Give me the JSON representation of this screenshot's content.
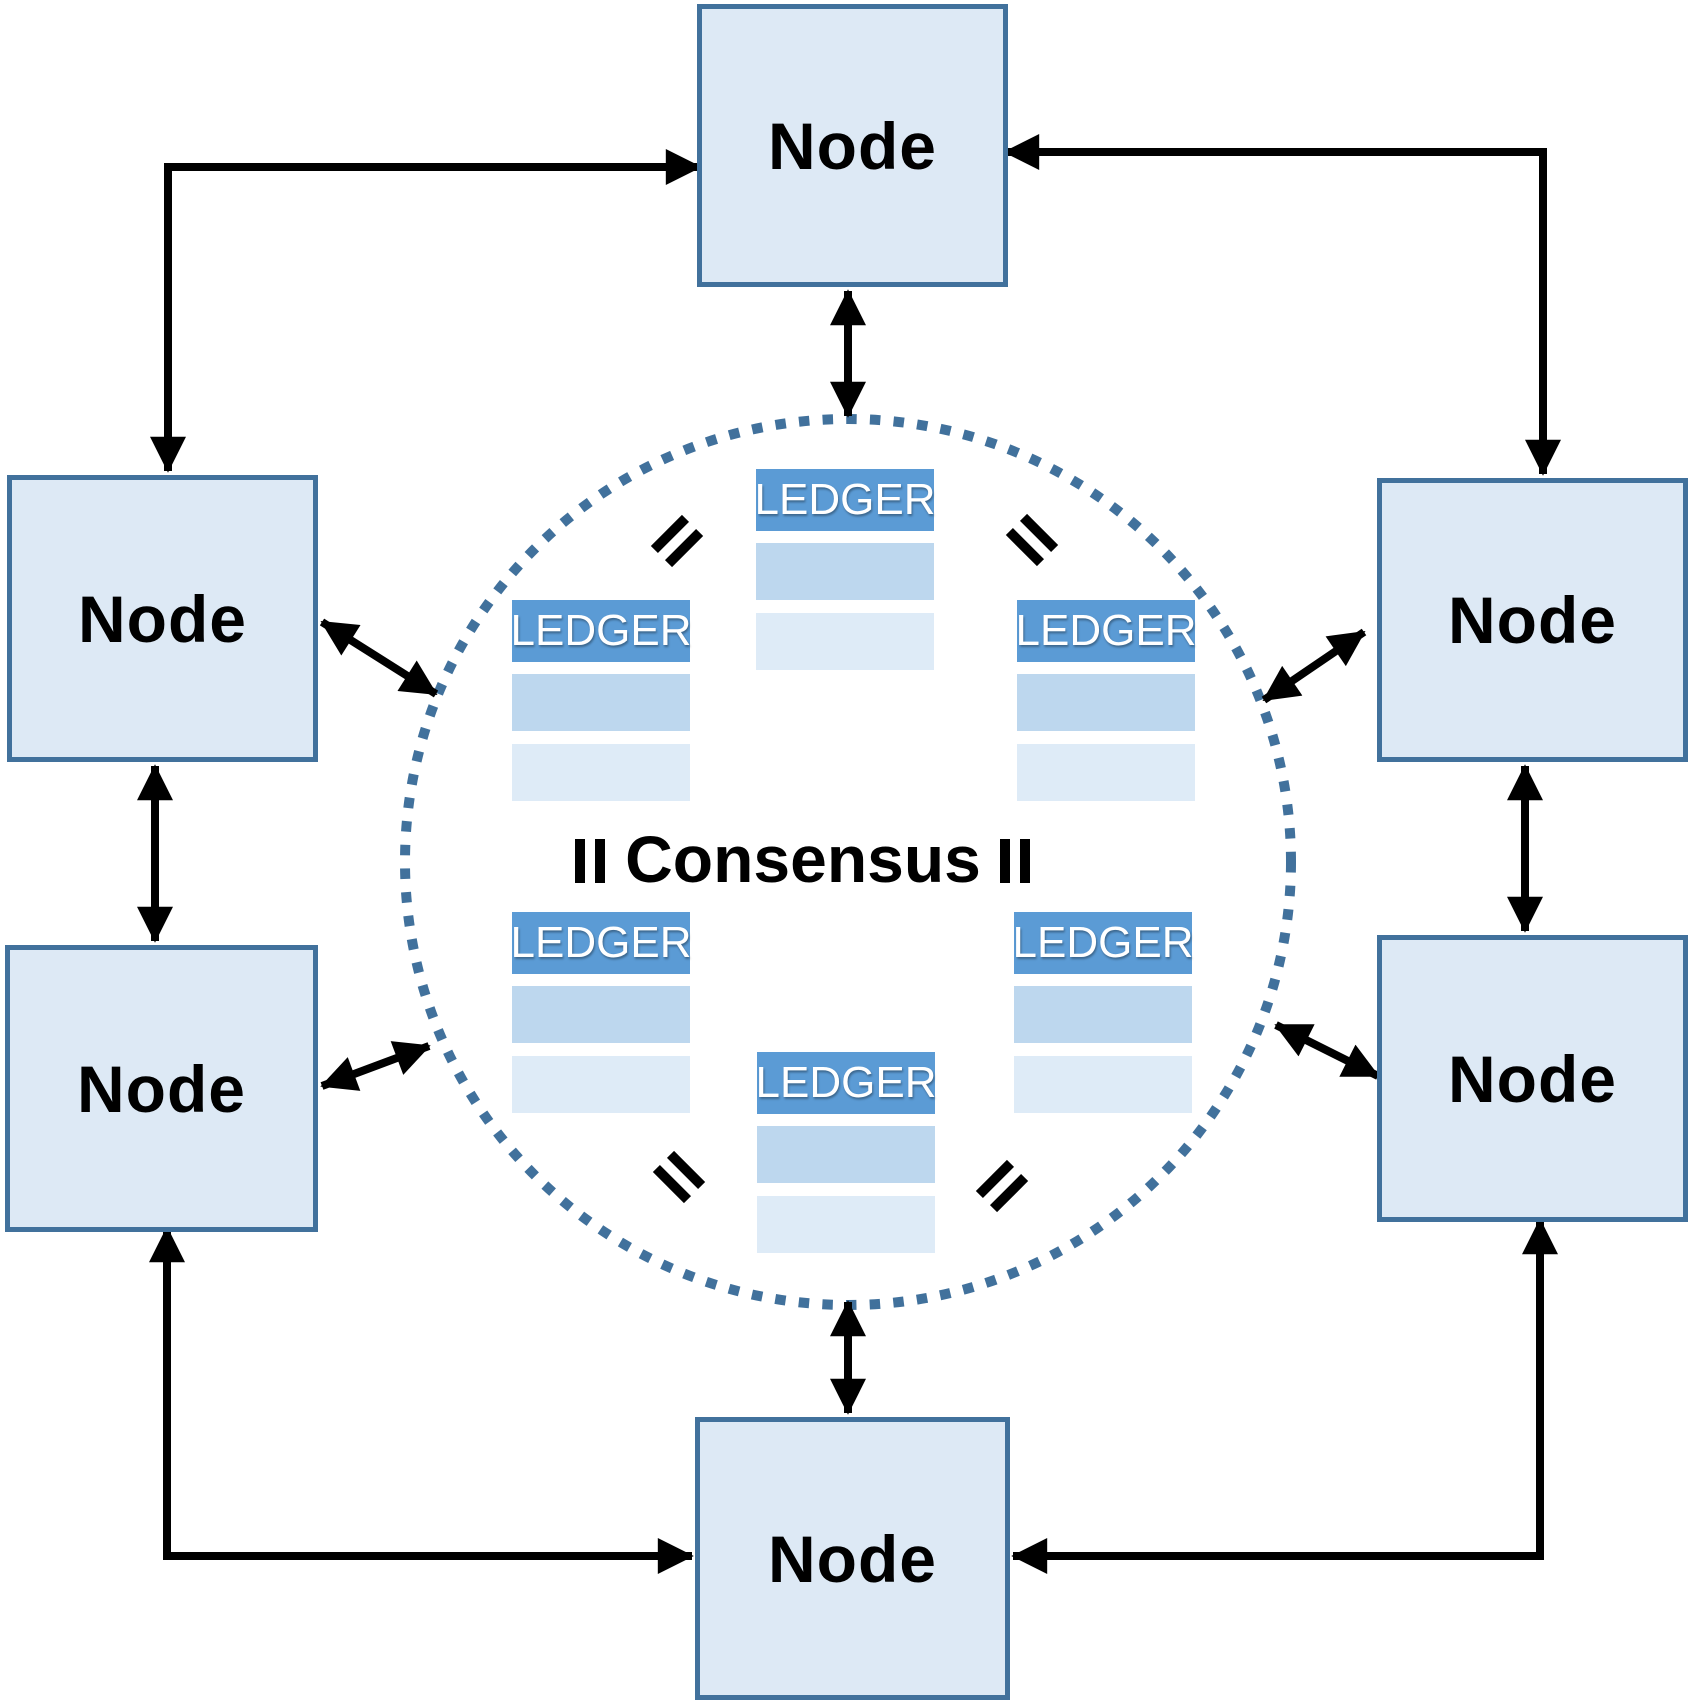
{
  "diagram": {
    "type": "peer-to-peer blockchain consensus network",
    "consensus_label": "Consensus"
  },
  "nodes": [
    {
      "id": "top",
      "label": "Node"
    },
    {
      "id": "left-top",
      "label": "Node"
    },
    {
      "id": "left-bottom",
      "label": "Node"
    },
    {
      "id": "right-top",
      "label": "Node"
    },
    {
      "id": "right-bottom",
      "label": "Node"
    },
    {
      "id": "bottom",
      "label": "Node"
    }
  ],
  "ledgers": [
    {
      "id": "top-center",
      "label": "LEDGER"
    },
    {
      "id": "upper-left",
      "label": "LEDGER"
    },
    {
      "id": "upper-right",
      "label": "LEDGER"
    },
    {
      "id": "lower-left",
      "label": "LEDGER"
    },
    {
      "id": "lower-right",
      "label": "LEDGER"
    },
    {
      "id": "bottom-center",
      "label": "LEDGER"
    }
  ],
  "colors": {
    "background": "#ffffff",
    "node_fill": "#dde9f5",
    "node_border": "#41719c",
    "ledger_header": "#5b9bd5",
    "ledger_row_mid": "#bdd7ee",
    "ledger_row_light": "#deebf7",
    "ledger_text": "#ffffff",
    "circle_dot": "#41719c",
    "arrow": "#000000",
    "text": "#000000"
  }
}
